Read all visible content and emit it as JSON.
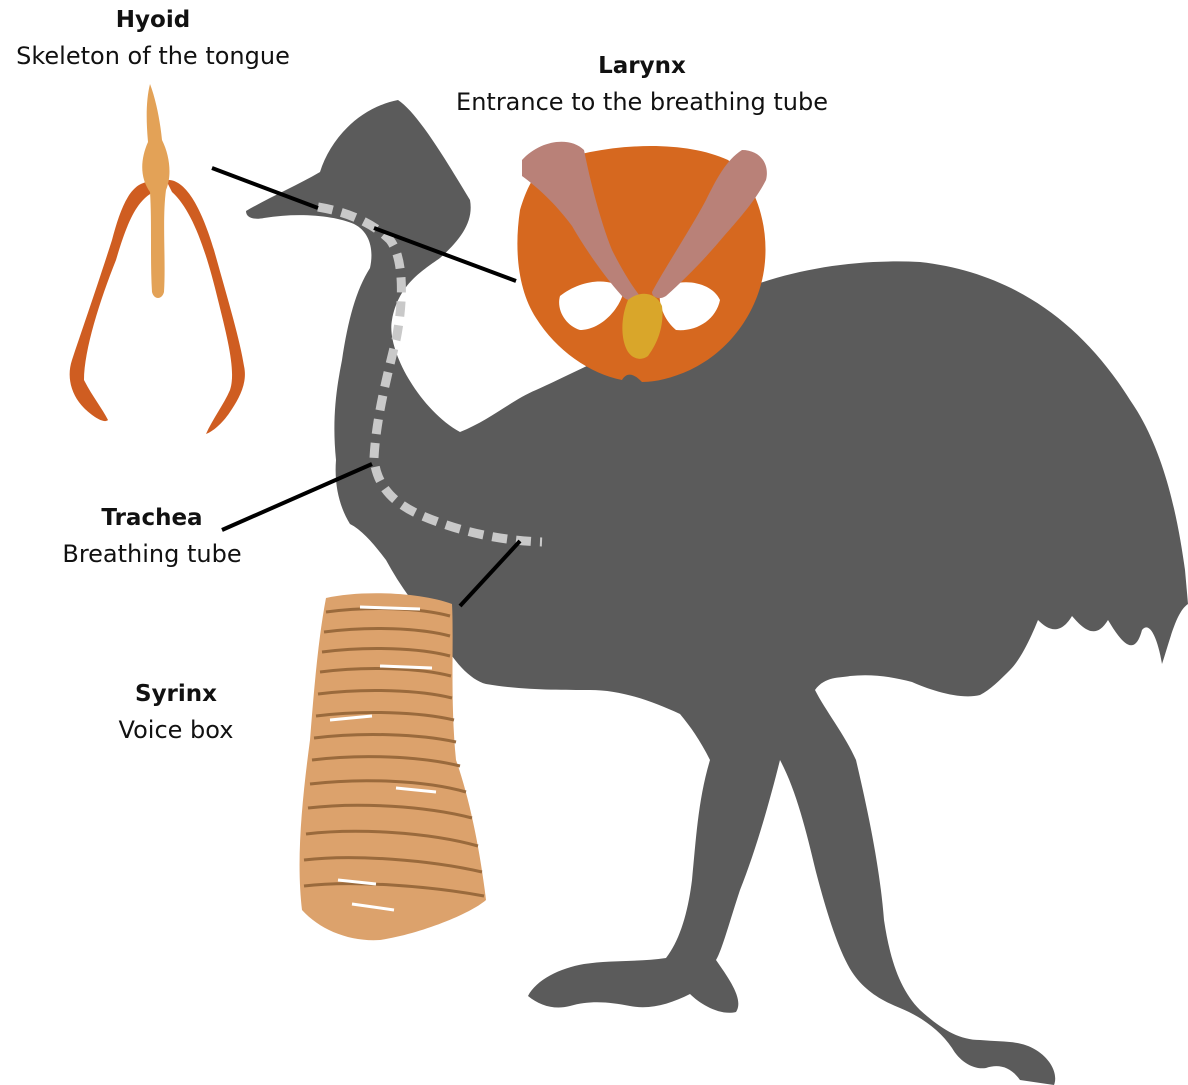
{
  "labels": {
    "hyoid": {
      "title": "Hyoid",
      "subtitle": "Skeleton of the tongue"
    },
    "larynx": {
      "title": "Larynx",
      "subtitle": "Entrance to the breathing tube"
    },
    "trachea": {
      "title": "Trachea",
      "subtitle": "Breathing tube"
    },
    "syrinx": {
      "title": "Syrinx",
      "subtitle": "Voice box"
    }
  },
  "colors": {
    "silhouette": "#5b5b5b",
    "trachea_dash": "#c9c9c9",
    "leader_line": "#000000",
    "hyoid_bone": "#cf5d21",
    "hyoid_center": "#e3a257",
    "larynx_ring": "#d6681f",
    "larynx_arytenoid": "#b98178",
    "larynx_cricoid": "#d9a62a",
    "syrinx_ring": "#dca26c"
  }
}
